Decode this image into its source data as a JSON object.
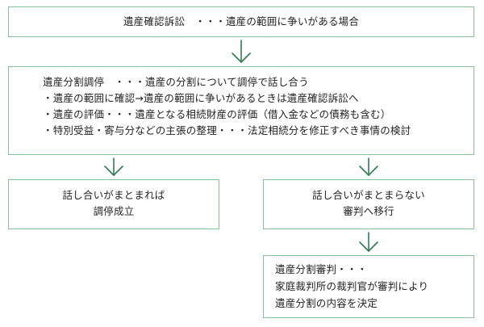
{
  "colors": {
    "border": "#8bbf9a",
    "arrow": "#2e7d4f",
    "text": "#222222"
  },
  "diagram": {
    "lawsuit_box": {
      "text": "遺産確認訴訟　・・・遺産の範囲に争いがある場合"
    },
    "mediation_box": {
      "lines": [
        "遺産分割調停　・・・遺産の分割について調停で話し合う",
        "・遺産の範囲に確認→遺産の範囲に争いがあるときは遺産確認訴訟へ",
        "・遺産の評価・・・遺産となる相続財産の評価（借入金などの債務も含む）",
        "・特別受益・寄与分などの主張の整理・・・法定相続分を修正すべき事情の検討"
      ]
    },
    "agreed_box": {
      "lines": [
        "話し合いがまとまれば",
        "調停成立"
      ]
    },
    "not_agreed_box": {
      "lines": [
        "話し合いがまとまらない",
        "審判へ移行"
      ]
    },
    "adjudication_box": {
      "lines": [
        "遺産分割審判・・・",
        "家庭裁判所の裁判官が審判により",
        "遺産分割の内容を決定"
      ]
    }
  }
}
